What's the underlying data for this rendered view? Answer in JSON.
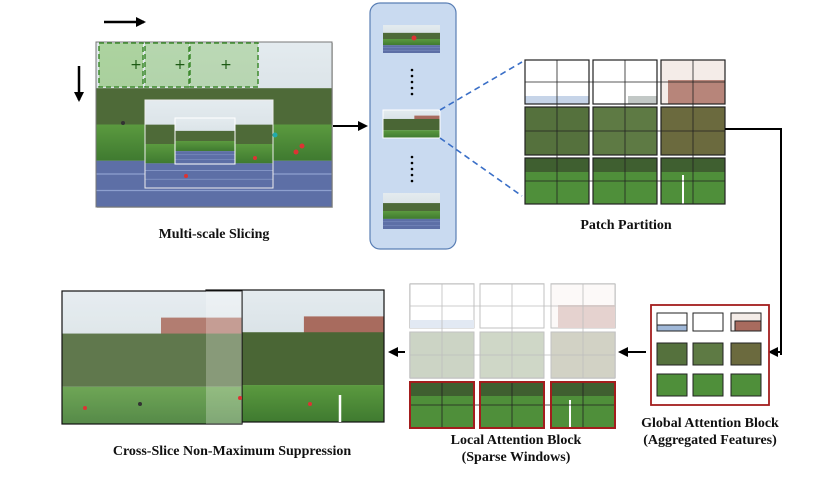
{
  "labels": {
    "multi_scale": "Multi-scale Slicing",
    "patch_partition": "Patch Partition",
    "global_attention_line1": "Global Attention Block",
    "global_attention_line2": "(Aggregated Features)",
    "local_attention_line1": "Local Attention Block",
    "local_attention_line2": "(Sparse Windows)",
    "cross_slice_nms": "Cross-Slice Non-Maximum Suppression"
  },
  "colors": {
    "sky": "#d9e3e8",
    "trees": "#4f6b3a",
    "field": "#4f8f3a",
    "track": "#5b6fa8",
    "building": "#a86b5e",
    "slice_panel": "#c9daf0",
    "dashed_link": "#3a6fc7",
    "highlight_red": "#a31d1d",
    "slice_green": "#7fbf5f"
  }
}
